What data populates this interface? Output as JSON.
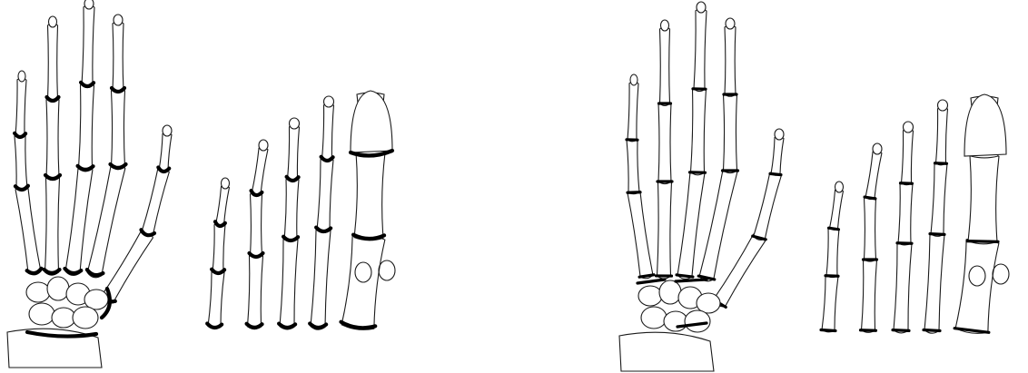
{
  "figure": {
    "panels": [
      {
        "id": "hand-a",
        "kind": "hand",
        "highlight": "joint-outlines"
      },
      {
        "id": "foot-a",
        "kind": "foot",
        "highlight": "joint-outlines"
      },
      {
        "id": "hand-b",
        "kind": "hand",
        "highlight": "joint-bands"
      },
      {
        "id": "foot-b",
        "kind": "foot",
        "highlight": "joint-bands"
      }
    ],
    "colors": {
      "line": "#1a1a1a",
      "joint": "#000000",
      "background": "#ffffff"
    }
  }
}
